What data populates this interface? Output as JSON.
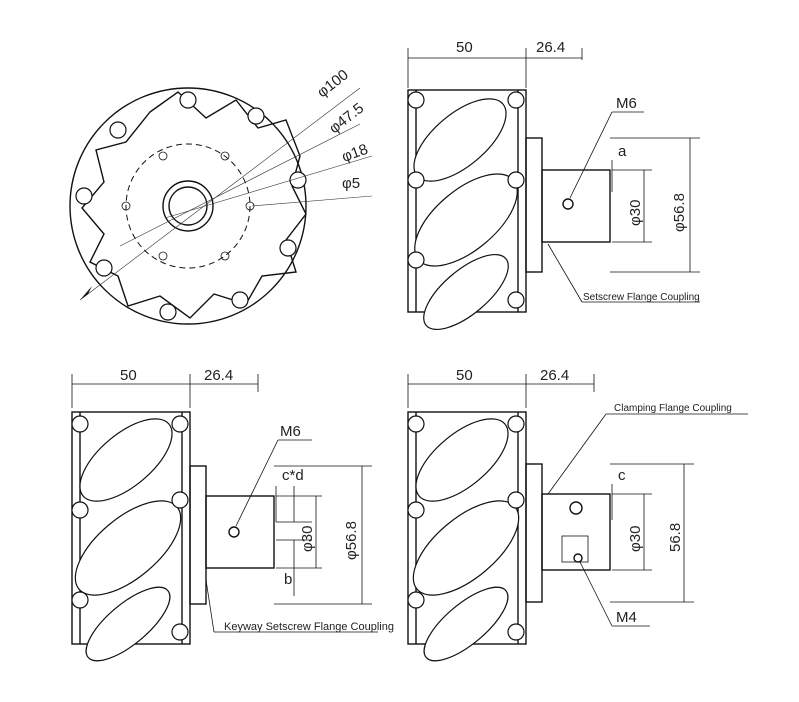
{
  "front_view": {
    "dia_outer": "φ100",
    "dia_pitch": "φ47.5",
    "dia_bore": "φ18",
    "dia_hole": "φ5"
  },
  "view_setscrew": {
    "width": "50",
    "shaft_length": "26.4",
    "thread": "M6",
    "dim_a": "a",
    "shaft_dia": "φ30",
    "flange_dia": "φ56.8",
    "caption": "Setscrew Flange Coupling"
  },
  "view_keyway": {
    "width": "50",
    "shaft_length": "26.4",
    "thread": "M6",
    "dim_cd": "c*d",
    "shaft_dia": "φ30",
    "flange_dia": "φ56.8",
    "dim_b": "b",
    "caption": "Keyway Setscrew Flange Coupling"
  },
  "view_clamping": {
    "width": "50",
    "shaft_length": "26.4",
    "caption": "Clamping Flange Coupling",
    "dim_c": "c",
    "shaft_dia": "φ30",
    "flange_dia": "56.8",
    "thread": "M4"
  }
}
